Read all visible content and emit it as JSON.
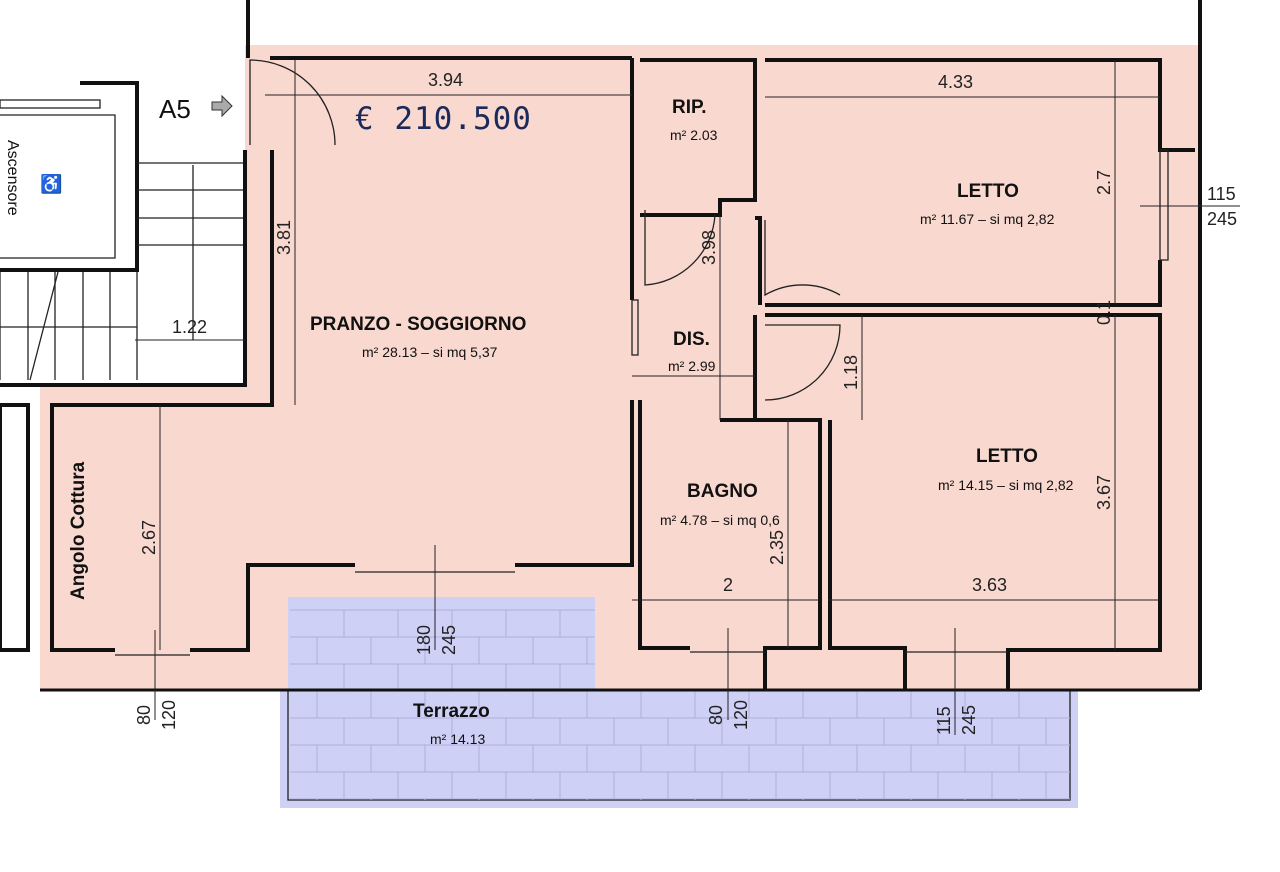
{
  "price": "€ 210.500",
  "unit_label": "A5",
  "elevator_label": "Ascensore",
  "colors": {
    "interior": "#f9d8cf",
    "terrace": "#cfd0f5",
    "walls": "#111111",
    "price": "#1c2a5a"
  },
  "rooms": {
    "living": {
      "name": "PRANZO - SOGGIORNO",
      "area": "m² 28.13 – si mq 5,37"
    },
    "storage": {
      "name": "RIP.",
      "area": "m² 2.03"
    },
    "bedroom1": {
      "name": "LETTO",
      "area": "m² 11.67 – si mq 2,82"
    },
    "hall": {
      "name": "DIS.",
      "area": "m² 2.99"
    },
    "bedroom2": {
      "name": "LETTO",
      "area": "m² 14.15 – si mq 2,82"
    },
    "bathroom": {
      "name": "BAGNO",
      "area": "m² 4.78 – si mq 0,6"
    },
    "kitchen": {
      "name": "Angolo Cottura"
    },
    "terrace": {
      "name": "Terrazzo",
      "area": "m² 14.13"
    }
  },
  "dimensions": {
    "living_width": "3.94",
    "living_depth": "3.81",
    "stair_width": "1.22",
    "kitchen_depth": "2.67",
    "hall_length": "3.98",
    "bed1_width": "4.33",
    "bed1_depth": "2.7",
    "wall_gap": "0.1",
    "door_depth": "1.18",
    "bed2_depth": "3.67",
    "bed2_width": "3.63",
    "bath_width": "2",
    "bath_depth": "2.35",
    "window_bed1": [
      "115",
      "245"
    ],
    "window_kitchen": [
      "80",
      "120"
    ],
    "window_living": [
      "180",
      "245"
    ],
    "window_bath": [
      "80",
      "120"
    ],
    "window_bed2": [
      "115",
      "245"
    ]
  }
}
